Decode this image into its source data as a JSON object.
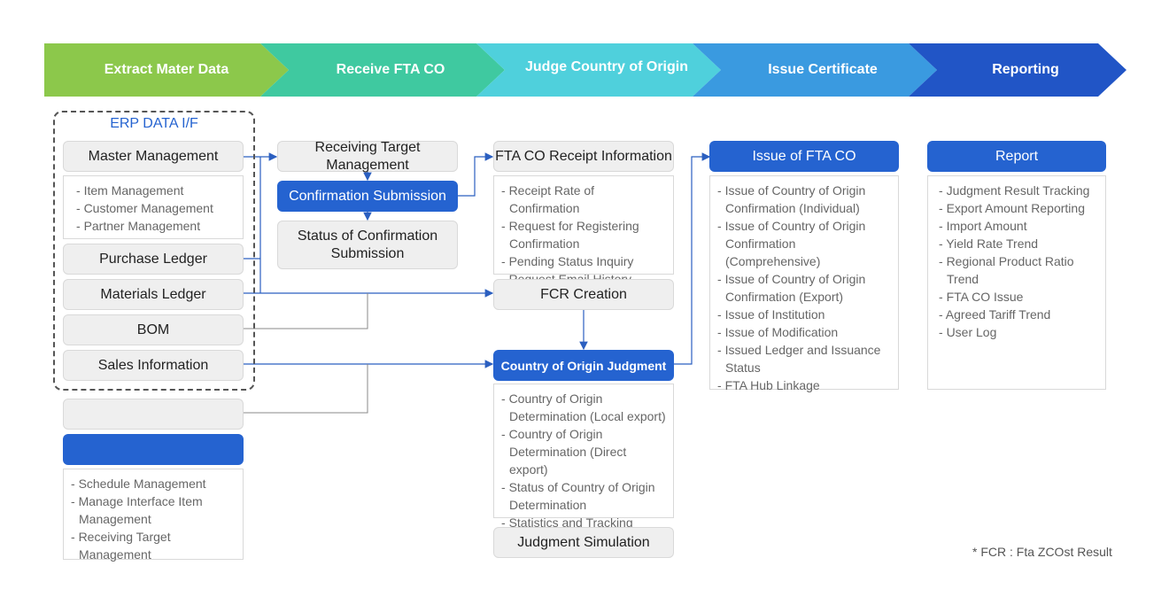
{
  "colors": {
    "stage1": "#8cc84b",
    "stage2": "#3fc9a0",
    "stage3": "#4fd0dc",
    "stage4": "#3a9ae0",
    "stage5": "#2155c6",
    "accent_blue": "#2563d0",
    "connector": "#2b5fc0"
  },
  "stages": [
    "Extract Mater Data",
    "Receive FTA CO",
    "Judge Country of Origin",
    "Issue Certificate",
    "Reporting"
  ],
  "erp": {
    "title": "ERP DATA I/F",
    "master_management": "Master Management",
    "master_items": [
      "Item Management",
      "Customer Management",
      "Partner Management"
    ],
    "purchase_ledger": "Purchase Ledger",
    "materials_ledger": "Materials Ledger",
    "bom": "BOM",
    "sales_information": "Sales Information"
  },
  "interface_items": [
    "Schedule Management",
    "Manage Interface Item Management",
    "Receiving Target Management"
  ],
  "receive": {
    "receiving_target": "Receiving Target Management",
    "confirmation_submission": "Confirmation Submission",
    "status_submission": "Status of Confirmation Submission"
  },
  "judge": {
    "receipt_info": "FTA CO Receipt Information",
    "receipt_items": [
      "Receipt Rate of Confirmation",
      "Request for Registering Confirmation",
      "Pending Status Inquiry",
      "Request Email History"
    ],
    "fcr_creation": "FCR Creation",
    "judgment": "Country of Origin Judgment",
    "judgment_items": [
      "Country of Origin Determination (Local export)",
      "Country of Origin Determination (Direct export)",
      "Status of Country of Origin Determination",
      "Statistics and Tracking"
    ],
    "simulation": "Judgment Simulation"
  },
  "issue": {
    "title": "Issue of FTA CO",
    "items": [
      "Issue of Country of Origin Confirmation (Individual)",
      "Issue of Country of Origin Confirmation (Comprehensive)",
      "Issue of Country of Origin Confirmation (Export)",
      "Issue of Institution",
      "Issue of Modification",
      "Issued Ledger and Issuance Status",
      "FTA Hub Linkage"
    ]
  },
  "report": {
    "title": "Report",
    "items": [
      "Judgment Result Tracking",
      "Export Amount Reporting",
      "Import Amount",
      "Yield Rate Trend",
      "Regional Product Ratio Trend",
      "FTA CO Issue",
      "Agreed Tariff Trend",
      "User Log"
    ]
  },
  "footnote": "* FCR : Fta ZCOst Result"
}
